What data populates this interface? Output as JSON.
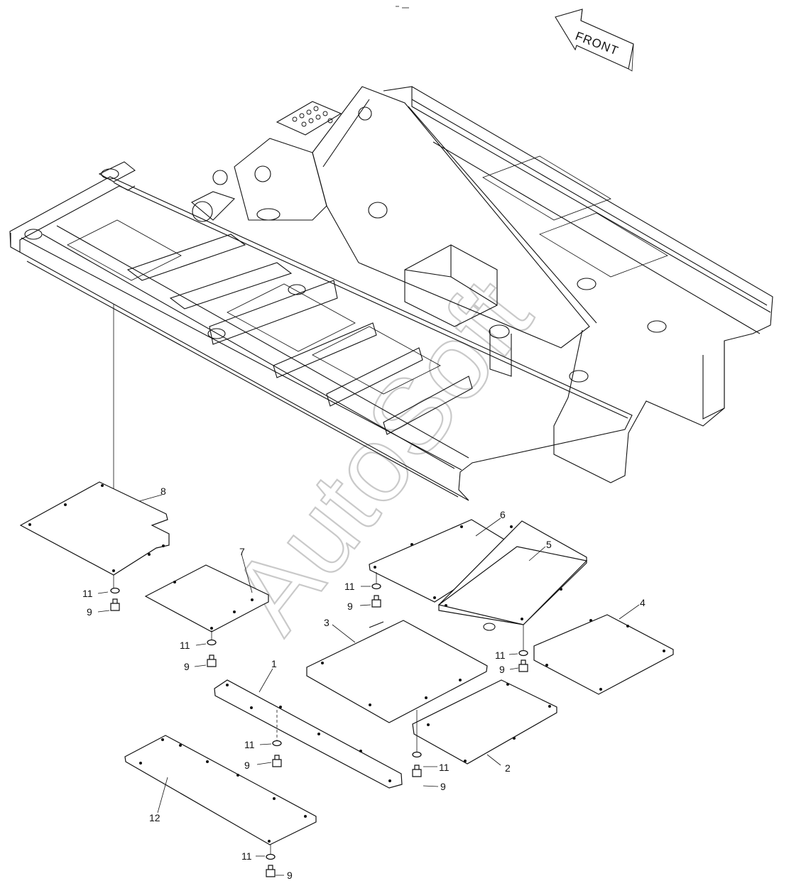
{
  "watermark": {
    "text": "AutoSoft"
  },
  "direction_arrow": {
    "label": "FRONT",
    "icon": "arrow-left-icon"
  },
  "callouts": [
    {
      "id": "c8",
      "text": "8"
    },
    {
      "id": "c7",
      "text": "7"
    },
    {
      "id": "c6",
      "text": "6"
    },
    {
      "id": "c5",
      "text": "5"
    },
    {
      "id": "c4",
      "text": "4"
    },
    {
      "id": "c3",
      "text": "3"
    },
    {
      "id": "c1",
      "text": "1"
    },
    {
      "id": "c2",
      "text": "2"
    },
    {
      "id": "c12",
      "text": "12"
    },
    {
      "id": "c11a",
      "text": "11"
    },
    {
      "id": "c9a",
      "text": "9"
    },
    {
      "id": "c11b",
      "text": "11"
    },
    {
      "id": "c9b",
      "text": "9"
    },
    {
      "id": "c11c",
      "text": "11"
    },
    {
      "id": "c9c",
      "text": "9"
    },
    {
      "id": "c11d",
      "text": "11"
    },
    {
      "id": "c9d",
      "text": "9"
    },
    {
      "id": "c11e",
      "text": "11"
    },
    {
      "id": "c9e",
      "text": "9"
    },
    {
      "id": "c11f",
      "text": "11"
    },
    {
      "id": "c9f",
      "text": "9"
    },
    {
      "id": "c11g",
      "text": "11"
    },
    {
      "id": "c9g",
      "text": "9"
    }
  ]
}
